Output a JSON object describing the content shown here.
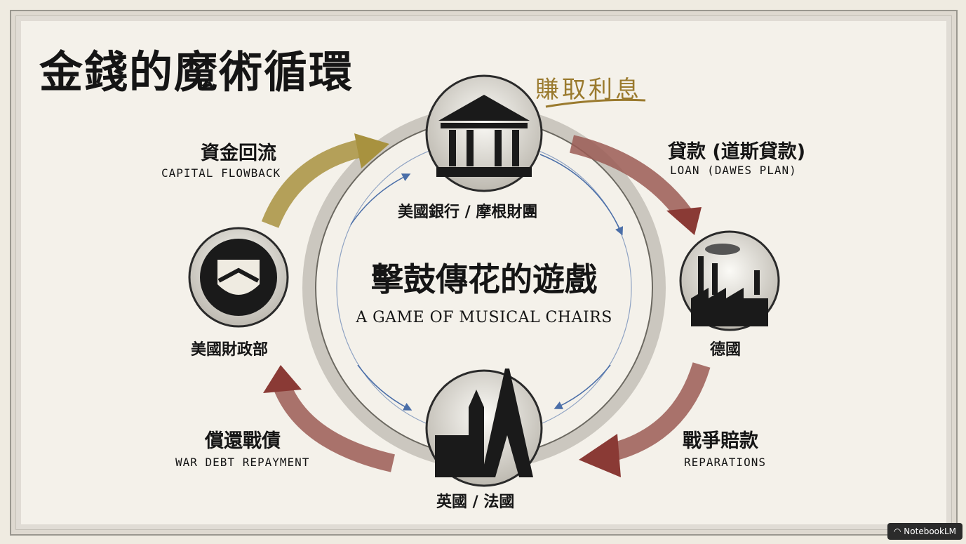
{
  "title": "金錢的魔術循環",
  "annotation": "賺取利息",
  "center": {
    "title_zh": "擊鼓傳花的遊戲",
    "title_en": "A GAME OF MUSICAL CHAIRS"
  },
  "nodes": {
    "bank": "美國銀行 / 摩根財團",
    "germany": "德國",
    "uk_france": "英國 / 法國",
    "treasury": "美國財政部"
  },
  "flows": {
    "loan": {
      "zh": "貸款 (道斯貸款)",
      "en": "LOAN (DAWES PLAN)"
    },
    "reparations": {
      "zh": "戰爭賠款",
      "en": "REPARATIONS"
    },
    "war_debt": {
      "zh": "償還戰債",
      "en": "WAR DEBT REPAYMENT"
    },
    "flowback": {
      "zh": "資金回流",
      "en": "CAPITAL FLOWBACK"
    }
  },
  "badge": "NotebookLM",
  "colors": {
    "red_arrow": "#8a3a35",
    "gold_arrow": "#a8923f",
    "blue_arrow": "#4a6ea8"
  }
}
